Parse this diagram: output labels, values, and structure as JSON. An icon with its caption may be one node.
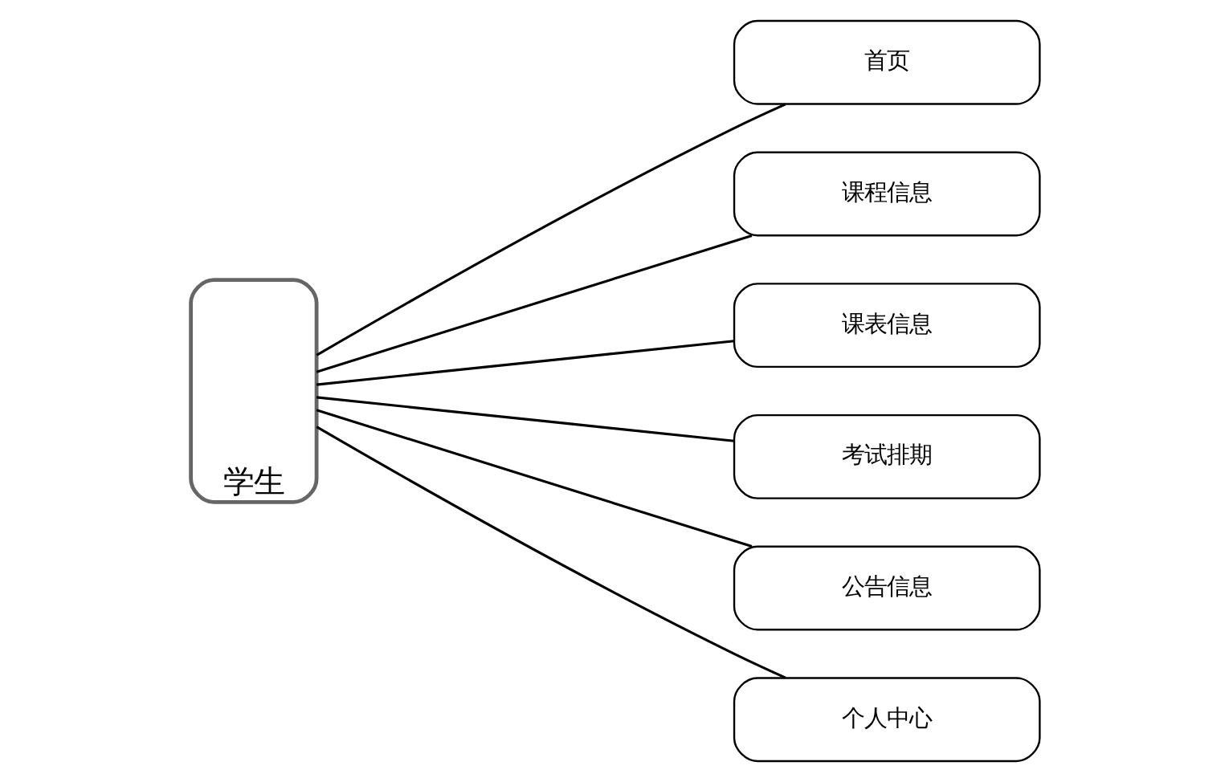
{
  "diagram": {
    "nodes": [
      {
        "text": [
          "学生"
        ]
      },
      {
        "text": [
          "首页"
        ]
      },
      {
        "text": [
          "课程信息"
        ]
      },
      {
        "text": [
          "课表信息"
        ]
      },
      {
        "text": [
          "考试排期"
        ]
      },
      {
        "text": [
          "公告信息"
        ]
      },
      {
        "text": [
          "个人中心"
        ]
      }
    ],
    "edges": [
      {
        "from": 0,
        "to": 1,
        "arrow": "none"
      },
      {
        "from": 0,
        "to": 2,
        "arrow": "none"
      },
      {
        "from": 0,
        "to": 3,
        "arrow": "none"
      },
      {
        "from": 0,
        "to": 4,
        "arrow": "none"
      },
      {
        "from": 0,
        "to": 5,
        "arrow": "none"
      },
      {
        "from": 0,
        "to": 6,
        "arrow": "none"
      }
    ]
  }
}
